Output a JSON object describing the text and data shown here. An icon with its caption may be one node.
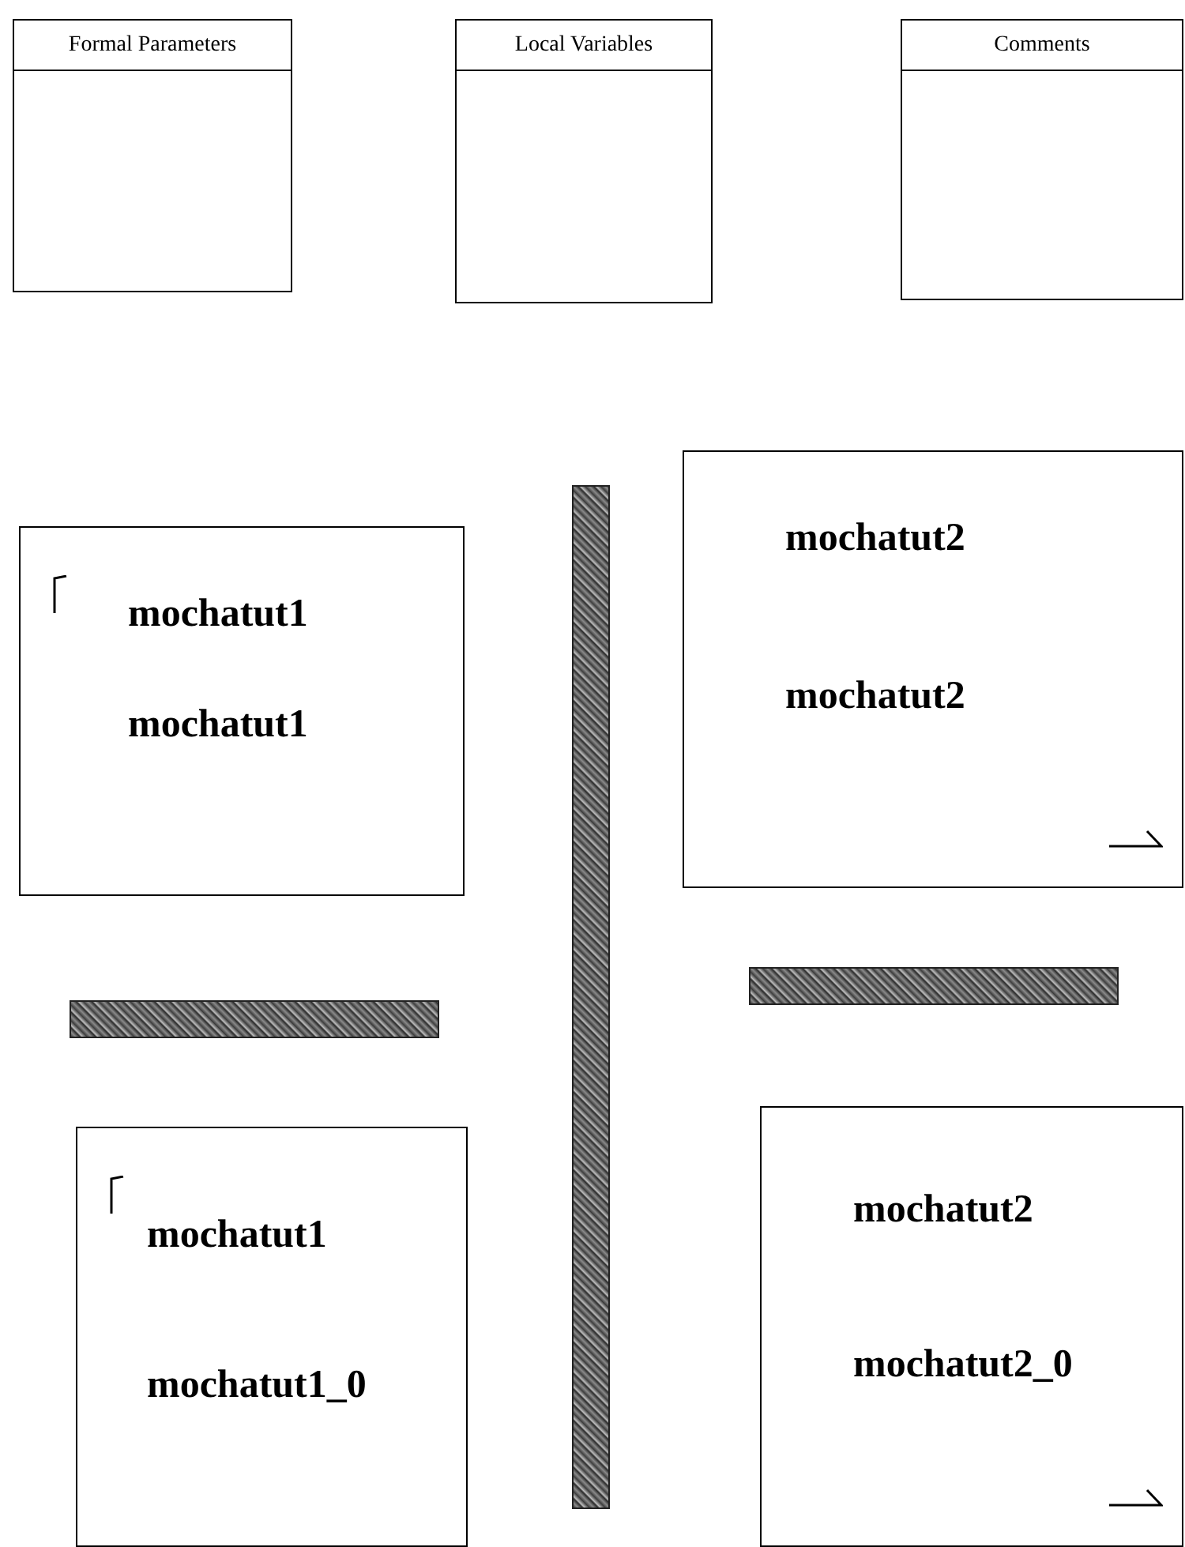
{
  "diagram": {
    "nodes": [
      {
        "text": [
          "Formal Parameters"
        ]
      },
      {
        "text": [
          "Local Variables"
        ]
      },
      {
        "text": [
          "Comments"
        ]
      },
      {
        "text": [
          "mochatut1",
          "mochatut1"
        ]
      },
      {
        "text": [
          "mochatut2",
          "mochatut2"
        ]
      },
      {
        "text": [
          "mochatut1",
          "mochatut1_0"
        ]
      },
      {
        "text": [
          "mochatut2",
          "mochatut2_0"
        ]
      },
      {
        "text": [],
        "shape": "bar"
      },
      {
        "text": [],
        "shape": "bar"
      },
      {
        "text": [],
        "shape": "bar"
      }
    ]
  }
}
